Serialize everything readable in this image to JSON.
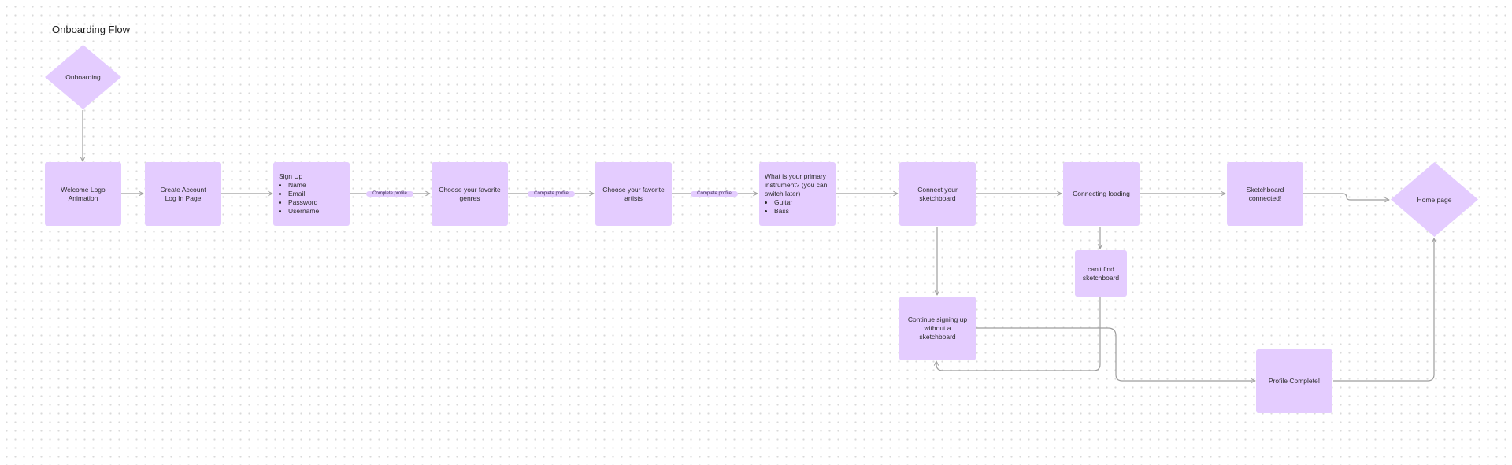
{
  "board": {
    "title": "Onboarding Flow"
  },
  "nodes": {
    "onboarding": "Onboarding",
    "welcome": "Welcome Logo Animation",
    "create_account": "Create Account Log In Page",
    "sign_up": {
      "heading": "Sign Up",
      "fields": [
        "Name",
        "Email",
        "Password",
        "Username"
      ]
    },
    "genres": "Choose your favorite genres",
    "artists": "Choose your favorite artists",
    "instrument": {
      "question": "What is your primary instrument? (you can switch later)",
      "options": [
        "Guitar",
        "Bass"
      ]
    },
    "connect": "Connect your sketchboard",
    "connecting": "Connecting loading",
    "connected": "Sketchboard connected!",
    "home": "Home page",
    "cant_find": "can't find sketchboard",
    "continue": "Continue signing up without a sketchboard",
    "profile_complete": "Profile Complete!"
  },
  "edge_labels": {
    "signup_to_genres": "Complete profile",
    "genres_to_artists": "Complete profile",
    "artists_to_instrument": "Complete profile"
  },
  "colors": {
    "node_fill": "#e4ccff",
    "connector": "#9e9e9e",
    "canvas_dots": "#d9d9d9"
  }
}
